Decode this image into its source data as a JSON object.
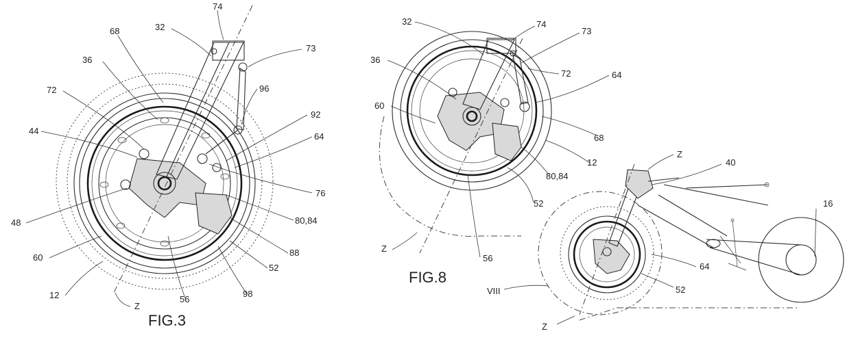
{
  "figures": [
    {
      "id": "fig3",
      "caption": "FIG.3"
    },
    {
      "id": "fig8",
      "caption": "FIG.8"
    }
  ],
  "fig3_labels": [
    "74",
    "32",
    "68",
    "73",
    "36",
    "96",
    "72",
    "92",
    "44",
    "64",
    "76",
    "80,84",
    "48",
    "88",
    "60",
    "52",
    "12",
    "56",
    "98",
    "Z"
  ],
  "fig8_labels": [
    "32",
    "74",
    "73",
    "36",
    "72",
    "64",
    "60",
    "68",
    "12",
    "80,84",
    "52",
    "56",
    "Z"
  ],
  "overview_labels": [
    "Z",
    "40",
    "16",
    "64",
    "VIII",
    "52",
    "Z"
  ]
}
